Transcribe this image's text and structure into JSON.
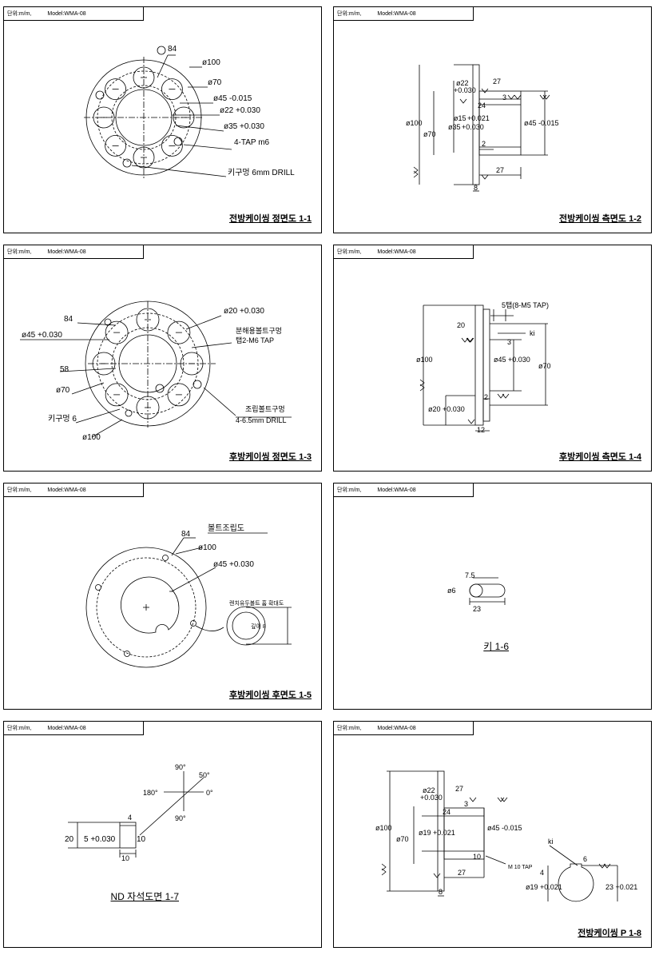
{
  "header": {
    "unit": "단위:m/m,",
    "model": "Model:WMA-08"
  },
  "p1": {
    "title": "전방케이씽 정면도 1-1",
    "labels": [
      "84",
      "ø100",
      "ø70",
      "ø45 -0.015",
      "ø22 +0.030",
      "ø35 +0.030",
      "4-TAP m6",
      "키구멍 6mm DRILL"
    ]
  },
  "p2": {
    "title": "전방케이씽 측면도 1-2",
    "labels": [
      "ø22",
      "+0.030",
      "27",
      "3",
      "24",
      "ø100",
      "ø15",
      "+0.021",
      "ø35",
      "+0.030",
      "ø45 -0.015",
      "ø70",
      "2",
      "27",
      "8"
    ]
  },
  "p3": {
    "title": "후방케이씽 정면도 1-3",
    "labels": [
      "ø20 +0.030",
      "84",
      "ø45 +0.030",
      "분해용볼트구멍",
      "탭2-M6 TAP",
      "58",
      "ø70",
      "조립볼트구멍",
      "4-6.5mm DRILL",
      "키구멍 6",
      "ø100"
    ]
  },
  "p4": {
    "title": "후방케이씽 측면도 1-4",
    "labels": [
      "5탭(8-M5 TAP)",
      "20",
      "ki",
      "3",
      "ø100",
      "ø45 +0.030",
      "ø70",
      "2",
      "ø20 +0.030",
      "12"
    ]
  },
  "p5": {
    "title": "후방케이씽 후면도 1-5",
    "labels": [
      "볼트조립도",
      "84",
      "ø100",
      "ø45 +0.030",
      "렌치유두볼트 홈 확대도",
      "깊이 8"
    ]
  },
  "p6": {
    "title": "키 1-6",
    "labels": [
      "7.5",
      "ø6",
      "23"
    ]
  },
  "p7": {
    "title": "ND 자석도면 1-7",
    "labels": [
      "90°",
      "50°",
      "180°",
      "0°",
      "90°",
      "4",
      "20",
      "5 +0.030",
      "10",
      "10"
    ]
  },
  "p8": {
    "title": "전방케이씽 P 1-8",
    "labels": [
      "ø22",
      "+0.030",
      "27",
      "3",
      "24",
      "ø100",
      "ø19",
      "+0.021",
      "ø45 -0.015",
      "ø70",
      "ki",
      "6",
      "10",
      "M 10 TAP",
      "4",
      "ø19 +0.021",
      "23 +0.021",
      "27",
      "8"
    ]
  }
}
